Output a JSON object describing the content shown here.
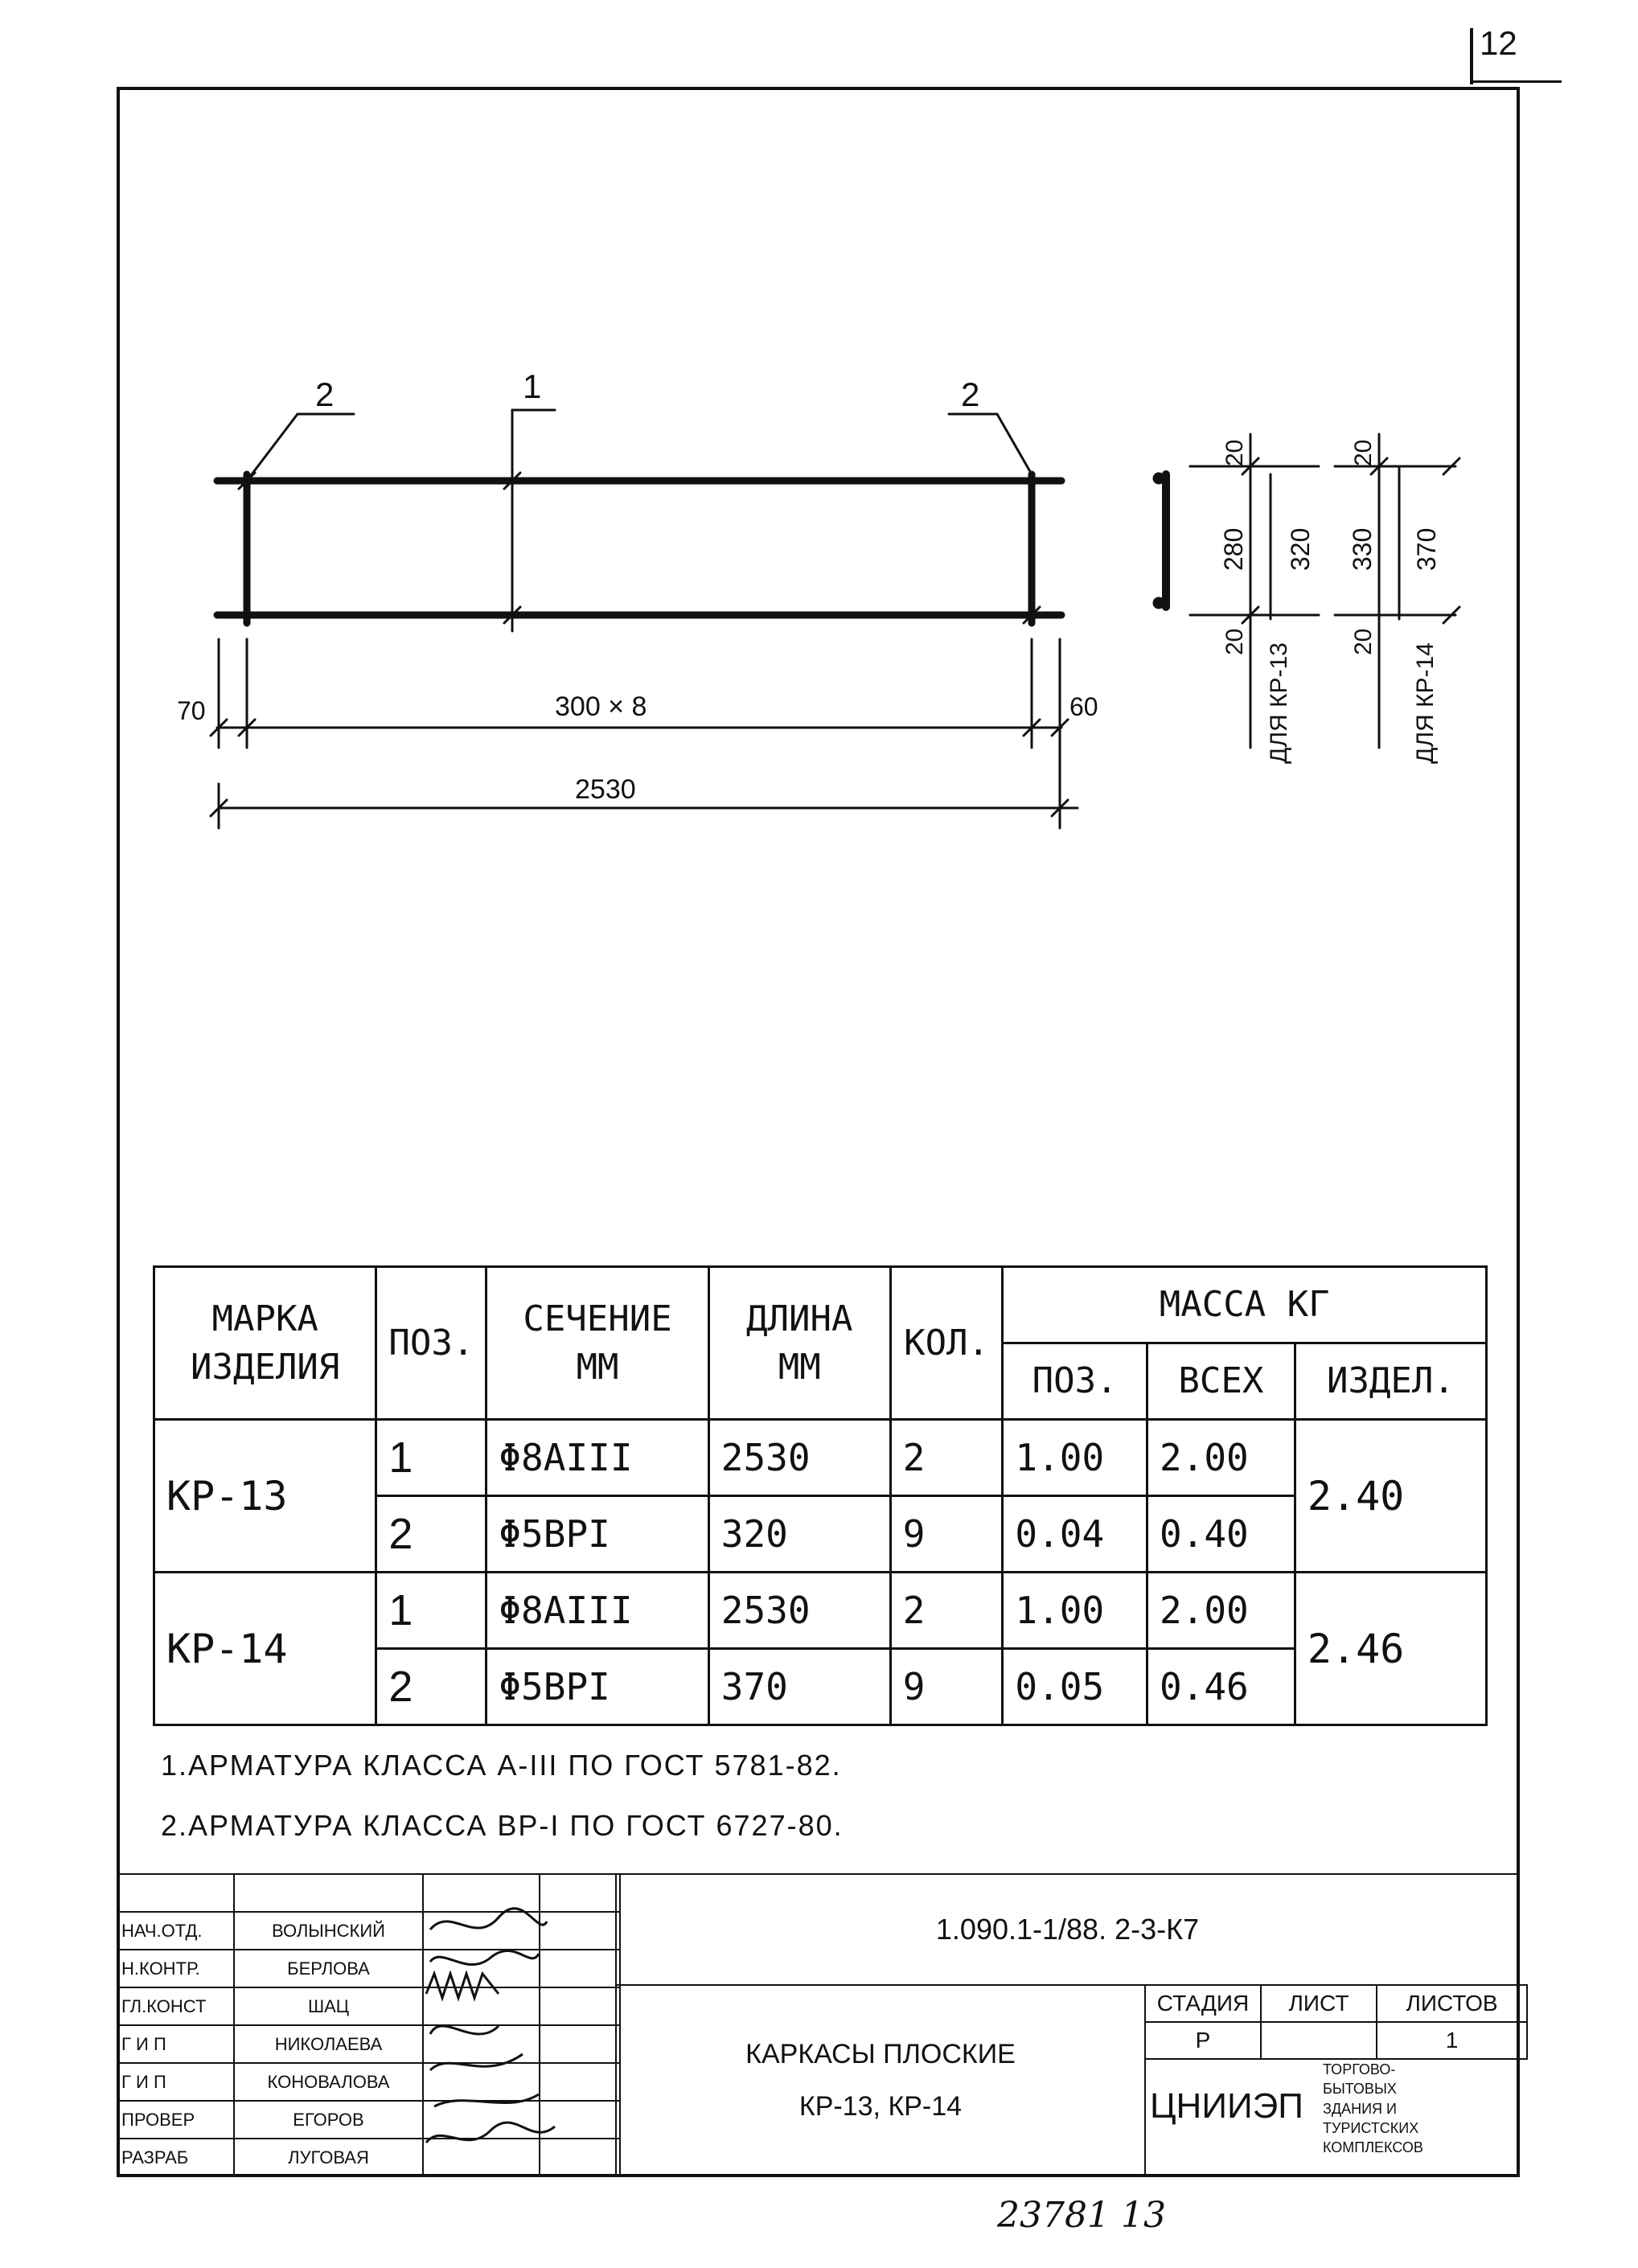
{
  "sheet_number": "12",
  "drawing": {
    "callouts": [
      "2",
      "1",
      "2"
    ],
    "dim_left": "70",
    "dim_middle": "300 × 8",
    "dim_right": "60",
    "dim_total": "2530",
    "section_a": {
      "top": "20",
      "middle": "280",
      "total": "320",
      "bottom": "20",
      "label": "ДЛЯ КР-13"
    },
    "section_b": {
      "top": "20",
      "middle": "330",
      "total": "370",
      "bottom": "20",
      "label": "ДЛЯ КР-14"
    }
  },
  "spec": {
    "h_mark": "МАРКА ИЗДЕЛИЯ",
    "h_pos": "ПОЗ.",
    "h_section": "СЕЧЕНИЕ ММ",
    "h_length": "ДЛИНА ММ",
    "h_qty": "КОЛ.",
    "h_mass": "МАССА КГ",
    "h_mass_pos": "ПОЗ.",
    "h_mass_all": "ВСЕХ",
    "h_mass_item": "ИЗДЕЛ.",
    "items": [
      {
        "mark": "КР-13",
        "total": "2.40",
        "rows": [
          {
            "pos": "1",
            "section": "Φ8AIII",
            "length": "2530",
            "qty": "2",
            "mass_pos": "1.00",
            "mass_all": "2.00"
          },
          {
            "pos": "2",
            "section": "Φ5BPI",
            "length": "320",
            "qty": "9",
            "mass_pos": "0.04",
            "mass_all": "0.40"
          }
        ]
      },
      {
        "mark": "КР-14",
        "total": "2.46",
        "rows": [
          {
            "pos": "1",
            "section": "Φ8AIII",
            "length": "2530",
            "qty": "2",
            "mass_pos": "1.00",
            "mass_all": "2.00"
          },
          {
            "pos": "2",
            "section": "Φ5BPI",
            "length": "370",
            "qty": "9",
            "mass_pos": "0.05",
            "mass_all": "0.46"
          }
        ]
      }
    ]
  },
  "notes": [
    "1.АРМАТУРА КЛАССА А-III ПО ГОСТ 5781-82.",
    "2.АРМАТУРА КЛАССА ВР-I ПО ГОСТ 6727-80."
  ],
  "title_block": {
    "staff": [
      {
        "role": "НАЧ.ОТД.",
        "name": "ВОЛЫНСКИЙ"
      },
      {
        "role": "Н.КОНТР.",
        "name": "БЕРЛОВА"
      },
      {
        "role": "ГЛ.КОНСТ",
        "name": "ШАЦ"
      },
      {
        "role": "Г И П",
        "name": "НИКОЛАЕВА"
      },
      {
        "role": "Г И П",
        "name": "КОНОВАЛОВА"
      },
      {
        "role": "ПРОВЕР",
        "name": "ЕГОРОВ"
      },
      {
        "role": "РАЗРАБ",
        "name": "ЛУГОВАЯ"
      }
    ],
    "code": "1.090.1-1/88. 2-3-К7",
    "title_line1": "КАРКАСЫ ПЛОСКИЕ",
    "title_line2": "КР-13, КР-14",
    "stage_h": "СТАДИЯ",
    "sheet_h": "ЛИСТ",
    "sheets_h": "ЛИСТОВ",
    "stage": "Р",
    "sheet": "",
    "sheets": "1",
    "org": "ЦНИИЭП",
    "org_desc": [
      "ТОРГОВО-",
      "БЫТОВЫХ",
      "ЗДАНИЯ И",
      "ТУРИСТСКИХ",
      "КОМПЛЕКСОВ"
    ]
  },
  "inventory": "23781   13"
}
